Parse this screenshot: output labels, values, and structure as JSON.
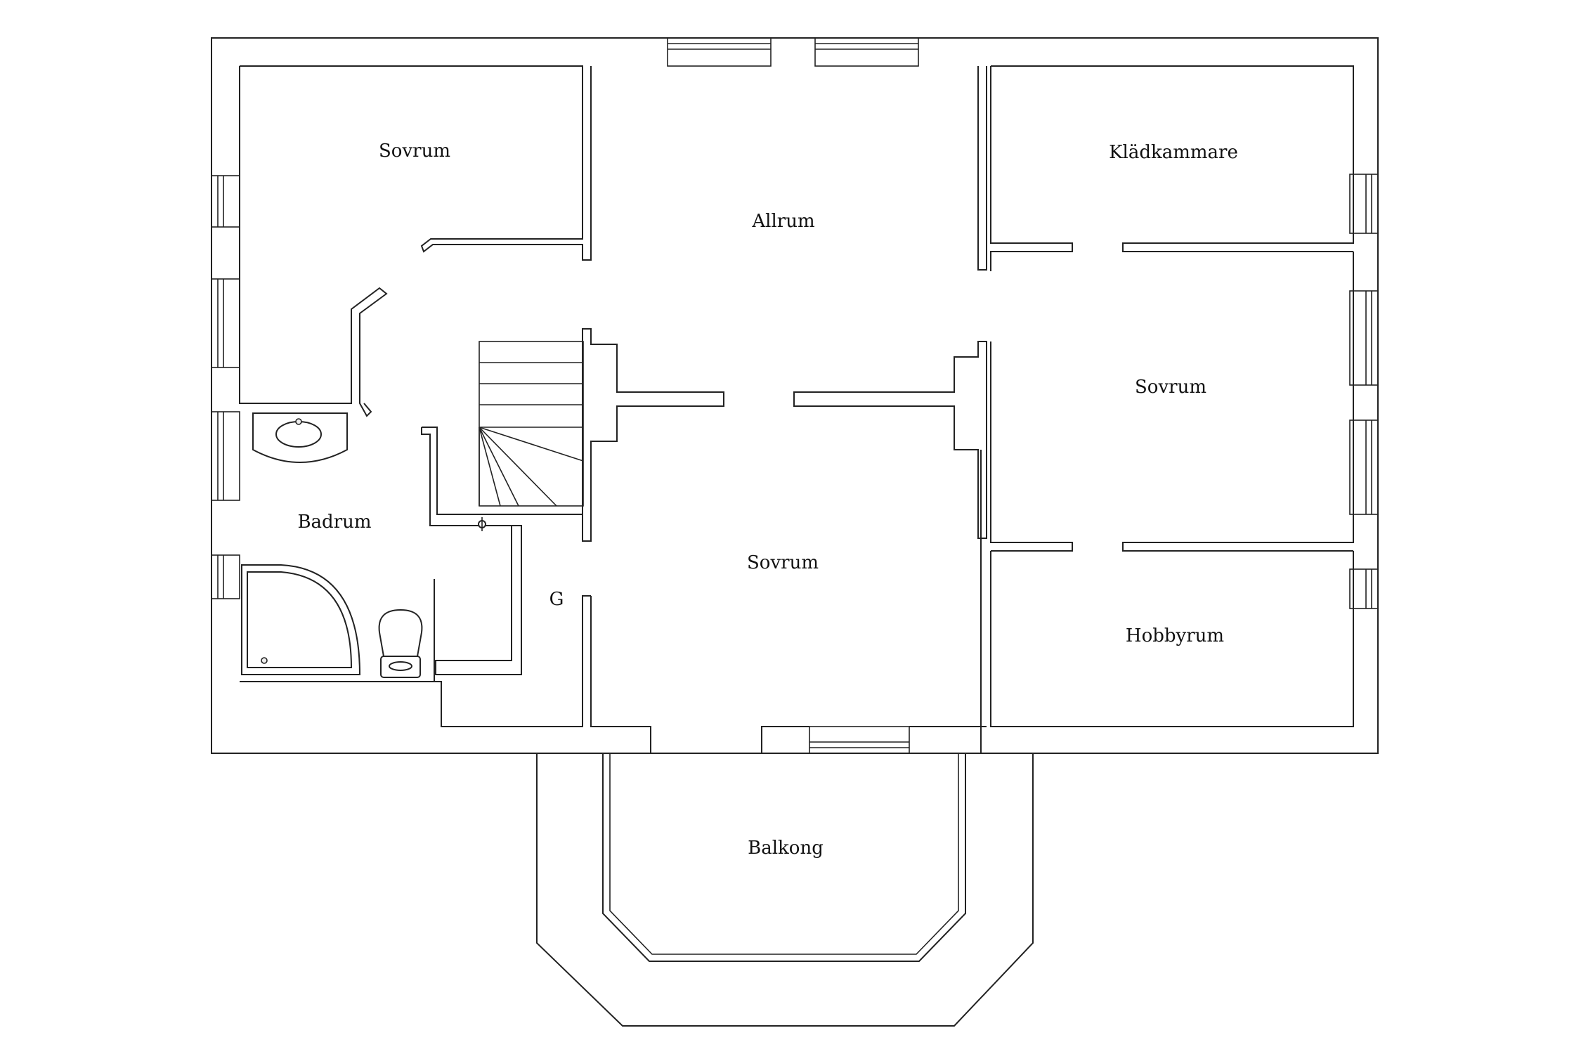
{
  "rooms": {
    "sovrum_nw": "Sovrum",
    "allrum": "Allrum",
    "kladkammare": "Klädkammare",
    "sovrum_e": "Sovrum",
    "badrum": "Badrum",
    "g": "G",
    "sovrum_center": "Sovrum",
    "hobbyrum": "Hobbyrum",
    "balkong": "Balkong"
  },
  "colors": {
    "line": "#222222",
    "background": "#ffffff"
  }
}
